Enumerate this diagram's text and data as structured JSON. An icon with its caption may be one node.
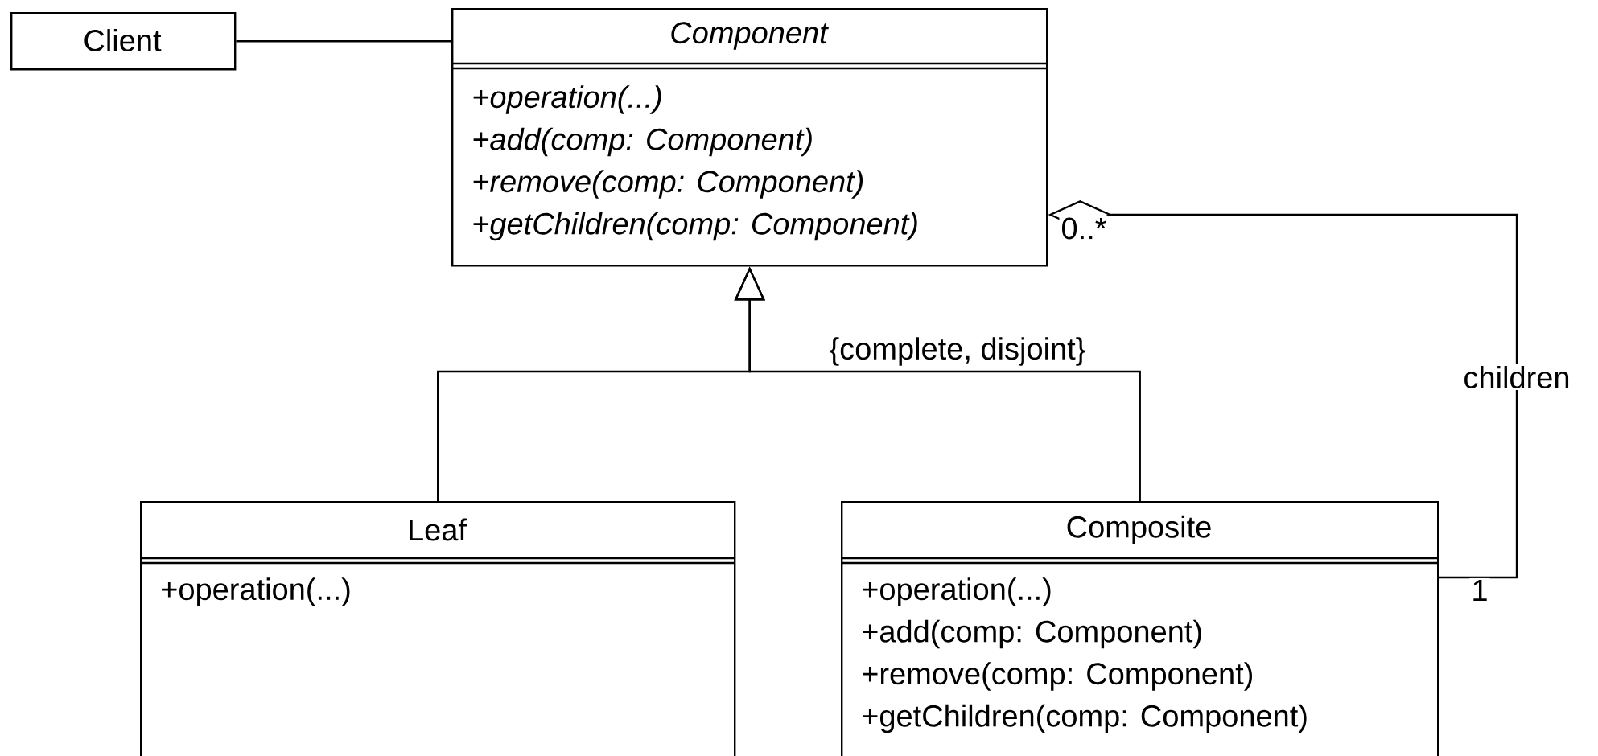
{
  "diagram": {
    "nodes": [
      {
        "text": [
          "Client"
        ]
      },
      {
        "text": [
          "Component",
          "+operation(...)",
          "+add(comp: Component)",
          "+remove(comp: Component)",
          "+getChildren(comp: Component)"
        ]
      },
      {
        "text": [
          "Leaf",
          "+operation(...)"
        ]
      },
      {
        "text": [
          "Composite",
          "+operation(...)",
          "+add(comp: Component)",
          "+remove(comp: Component)",
          "+getChildren(comp: Component)"
        ]
      }
    ],
    "edges": [
      {
        "from": 0,
        "to": 1,
        "arrow": "none"
      },
      {
        "from": 2,
        "to": 1,
        "arrow": "to"
      },
      {
        "from": 3,
        "to": 1,
        "arrow": "to"
      },
      {
        "from": 3,
        "to": 1,
        "arrow": "other",
        "label": "children"
      }
    ],
    "labels": [
      "{complete, disjoint}",
      "0..*",
      "1"
    ]
  }
}
